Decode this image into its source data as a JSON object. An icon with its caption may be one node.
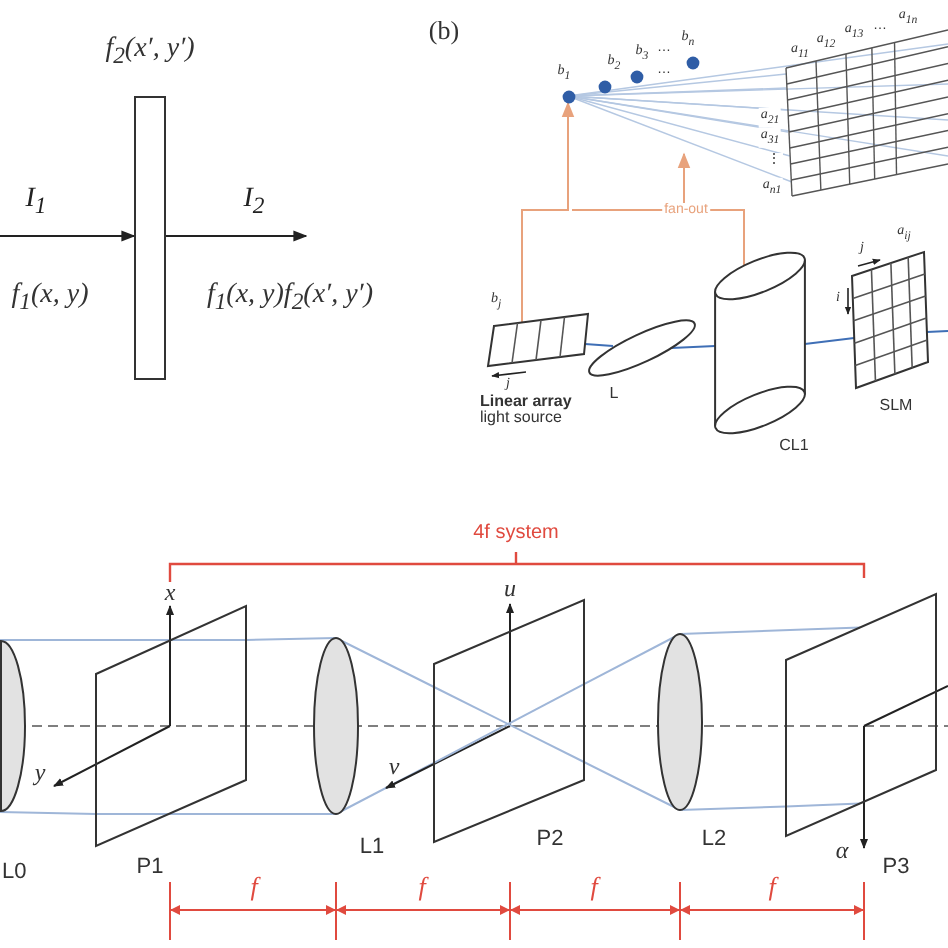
{
  "diagram": {
    "nodes": [
      {
        "text": [],
        "shape": "box",
        "beside": [
          "f$_{2}$(x′, y′)"
        ]
      },
      {
        "text": [],
        "shape": "circle",
        "beside": [
          "b$_{1}$"
        ]
      },
      {
        "text": [],
        "shape": "circle",
        "beside": [
          "b$_{2}$"
        ]
      },
      {
        "text": [],
        "shape": "circle",
        "beside": [
          "b$_{3}$"
        ]
      },
      {
        "text": [],
        "shape": "circle",
        "beside": [
          "b$_{n}$"
        ]
      },
      {
        "text": [],
        "shape": "box",
        "beside": [
          "b$_{j}$",
          "j",
          "**Linear array** light source"
        ]
      },
      {
        "text": [],
        "shape": "ellipse",
        "beside": [
          "L"
        ]
      },
      {
        "text": [],
        "shape": "cylinder",
        "beside": [
          "CL1"
        ]
      },
      {
        "text": [],
        "shape": "box",
        "beside": [
          "a$_{ij}$",
          "j",
          "i",
          "SLM"
        ]
      },
      {
        "text": [],
        "shape": "ellipse",
        "beside": [
          "L0"
        ]
      },
      {
        "text": [],
        "shape": "box",
        "beside": [
          "P1"
        ]
      },
      {
        "text": [],
        "shape": "ellipse",
        "beside": [
          "L1"
        ]
      },
      {
        "text": [],
        "shape": "box",
        "beside": [
          "P2"
        ]
      },
      {
        "text": [],
        "shape": "ellipse",
        "beside": [
          "L2"
        ]
      },
      {
        "text": [],
        "shape": "box",
        "beside": [
          "P3"
        ]
      }
    ],
    "edges": [
      {
        "from": null,
        "to": 0,
        "arrow": "to",
        "label": "I$_{1}$",
        "color": "#222222"
      },
      {
        "from": 0,
        "to": null,
        "arrow": "to",
        "label": "I$_{2}$",
        "color": "#222222"
      },
      {
        "from": 5,
        "to": 1,
        "arrow": "to",
        "color": "#e8a27c"
      },
      {
        "from": 7,
        "to": null,
        "arrow": "to",
        "label": "fan-out",
        "color": "#e8a27c"
      },
      {
        "from": 5,
        "to": 6,
        "arrow": "none",
        "color": "#3f6fb6"
      },
      {
        "from": 6,
        "to": 7,
        "arrow": "none",
        "color": "#3f6fb6"
      },
      {
        "from": 7,
        "to": 8,
        "arrow": "none",
        "color": "#3f6fb6"
      },
      {
        "from": 8,
        "to": null,
        "arrow": "none",
        "color": "#3f6fb6"
      },
      {
        "from": 9,
        "to": 10,
        "arrow": "none",
        "color": "#9fb6d8"
      },
      {
        "from": 9,
        "to": 10,
        "arrow": "none",
        "color": "#9fb6d8"
      },
      {
        "from": 10,
        "to": 11,
        "arrow": "none",
        "color": "#9fb6d8"
      },
      {
        "from": 10,
        "to": 11,
        "arrow": "none",
        "color": "#9fb6d8"
      },
      {
        "from": 11,
        "to": 12,
        "arrow": "none",
        "color": "#9fb6d8"
      },
      {
        "from": 11,
        "to": 12,
        "arrow": "none",
        "color": "#9fb6d8"
      },
      {
        "from": 12,
        "to": 13,
        "arrow": "none",
        "color": "#9fb6d8"
      },
      {
        "from": 12,
        "to": 13,
        "arrow": "none",
        "color": "#9fb6d8"
      },
      {
        "from": 13,
        "to": 14,
        "arrow": "none",
        "color": "#9fb6d8"
      },
      {
        "from": 13,
        "to": 14,
        "arrow": "none",
        "color": "#9fb6d8"
      }
    ],
    "labels": [
      "(b)",
      "…",
      "a$_{11}$",
      "a$_{12}$",
      "a$_{13}$",
      "…",
      "a$_{1n}$",
      "…",
      "a$_{21}$",
      "a$_{31}$",
      "⋮",
      "a$_{n1}$",
      "f$_{1}$(x, y)",
      "f$_{1}$(x, y)f$_{2}$(x′, y′)",
      "4f system",
      "x",
      "u",
      "y",
      "v",
      "α",
      "f",
      "f",
      "f",
      "f"
    ]
  }
}
